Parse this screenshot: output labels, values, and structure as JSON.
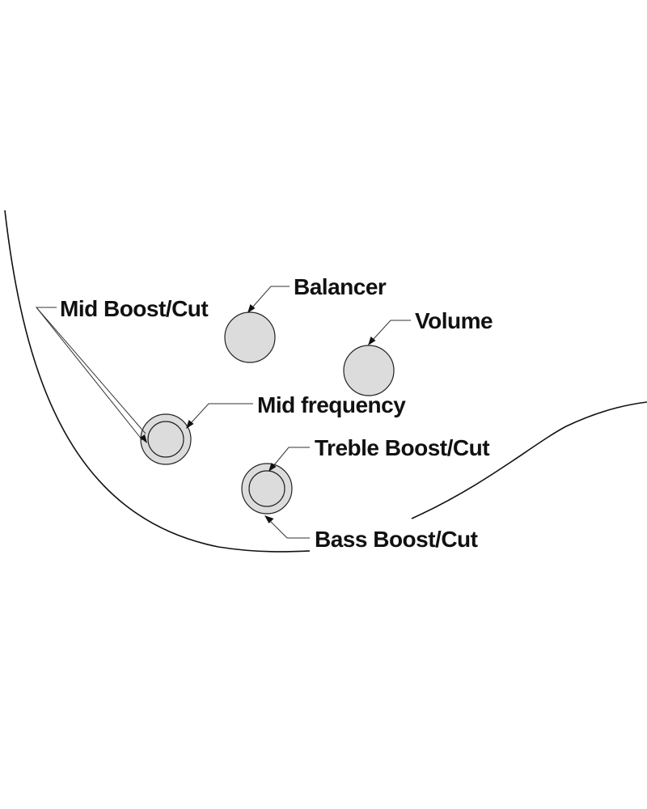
{
  "labels": {
    "balancer": "Balancer",
    "volume": "Volume",
    "mid_boost_cut": "Mid Boost/Cut",
    "mid_frequency": "Mid frequency",
    "treble_boost_cut": "Treble Boost/Cut",
    "bass_boost_cut": "Bass Boost/Cut"
  },
  "colors": {
    "knob_fill": "#dcdcdc",
    "outline": "#111111",
    "background": "#ffffff"
  }
}
